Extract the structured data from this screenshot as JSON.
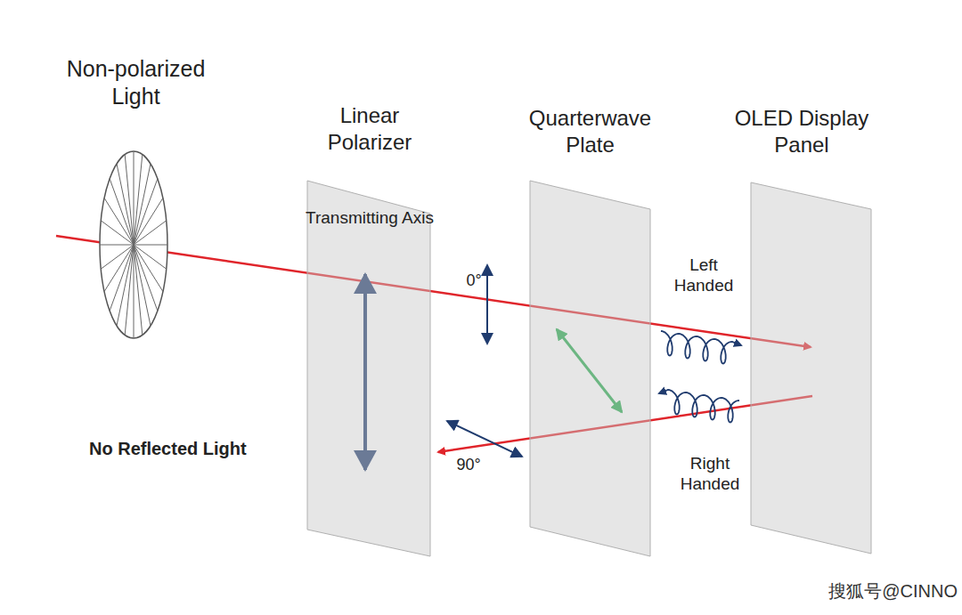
{
  "diagram": {
    "nodes": [
      {
        "text": [
          "Non-polarized Light"
        ]
      },
      {
        "text": [
          "Linear Polarizer",
          "Transmitting Axis"
        ]
      },
      {
        "text": [
          "Quarterwave Plate"
        ]
      },
      {
        "text": [
          "OLED Display Panel"
        ]
      }
    ],
    "edges": [
      {
        "from": 0,
        "to": 3,
        "arrow": "to"
      },
      {
        "from": 3,
        "to": 1,
        "arrow": "to"
      }
    ],
    "labels": [
      "0°",
      "90°",
      "Left Handed",
      "Right Handed",
      "No Reflected Light",
      "搜狐号@CINNO"
    ]
  }
}
